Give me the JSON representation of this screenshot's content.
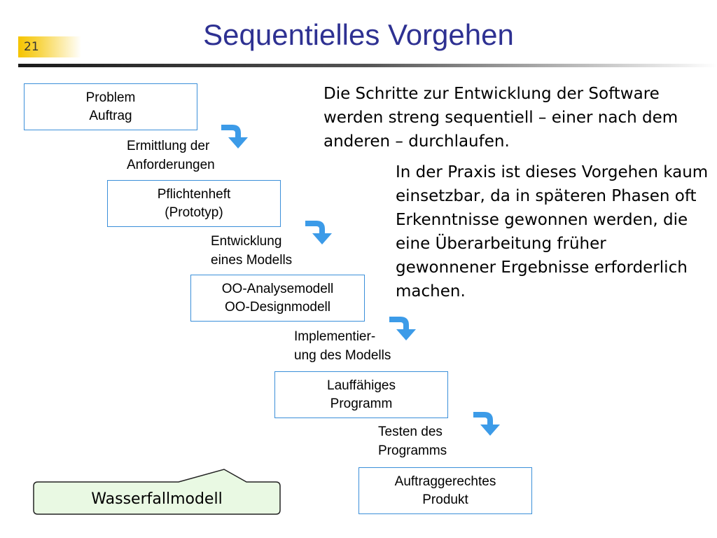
{
  "slide_number": "21",
  "title": "Sequentielles Vorgehen",
  "boxes": [
    "Problem\nAuftrag",
    "Pflichtenheft\n(Prototyp)",
    "OO-Analysemodell\nOO-Designmodell",
    "Lauffähiges\nProgramm",
    "Auftraggerechtes\nProdukt"
  ],
  "steps": [
    "Ermittlung der\nAnforderungen",
    "Entwicklung\neines Modells",
    "Implementier-\nung des Modells",
    "Testen des\nProgramms"
  ],
  "paragraph1": "Die Schritte zur Entwicklung der Software werden streng sequentiell – einer nach dem anderen – durchlaufen.",
  "paragraph2": "In der Praxis ist dieses Vorgehen kaum einsetzbar, da in späteren Phasen oft Erkenntnisse gewonnen werden, die eine Überarbeitung früher gewonnener Ergebnisse erforderlich machen.",
  "callout_label": "Wasserfallmodell",
  "colors": {
    "title": "#2e3192",
    "box_border": "#3b8fd9",
    "arrow": "#3c9be8",
    "slide_number_bg": "#f5c400",
    "callout_bg": "#e9f9e3"
  },
  "icons": {
    "step_arrow": "curved-arrow-down-icon"
  }
}
